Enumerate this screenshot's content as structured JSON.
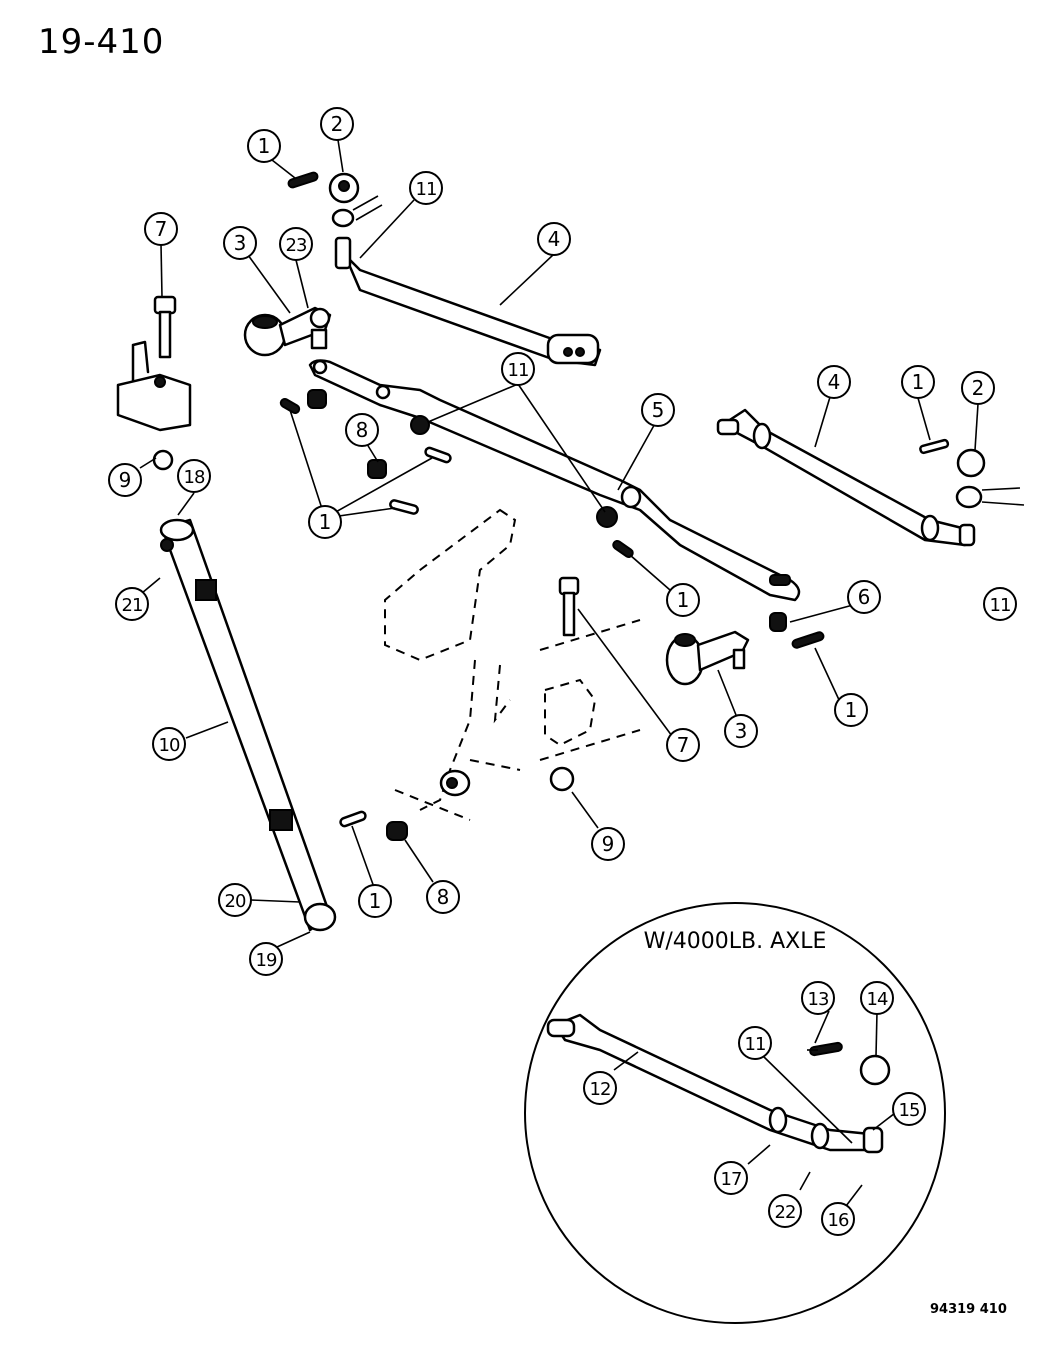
{
  "header": {
    "page_code": "19-410"
  },
  "footer": {
    "figure_id": "94319 410"
  },
  "inset": {
    "title": "W/4000LB. AXLE"
  },
  "callouts": [
    {
      "id": "c1a",
      "label": "1"
    },
    {
      "id": "c2a",
      "label": "2"
    },
    {
      "id": "c11a",
      "label": "11"
    },
    {
      "id": "c7a",
      "label": "7"
    },
    {
      "id": "c3a",
      "label": "3"
    },
    {
      "id": "c23",
      "label": "23"
    },
    {
      "id": "c4a",
      "label": "4"
    },
    {
      "id": "c11b",
      "label": "11"
    },
    {
      "id": "c4b",
      "label": "4"
    },
    {
      "id": "c1b",
      "label": "1"
    },
    {
      "id": "c2b",
      "label": "2"
    },
    {
      "id": "c5",
      "label": "5"
    },
    {
      "id": "c8a",
      "label": "8"
    },
    {
      "id": "c9a",
      "label": "9"
    },
    {
      "id": "c18",
      "label": "18"
    },
    {
      "id": "c1c",
      "label": "1"
    },
    {
      "id": "c21",
      "label": "21"
    },
    {
      "id": "c1d",
      "label": "1"
    },
    {
      "id": "c11c",
      "label": "11"
    },
    {
      "id": "c6",
      "label": "6"
    },
    {
      "id": "c1e",
      "label": "1"
    },
    {
      "id": "c10",
      "label": "10"
    },
    {
      "id": "c7b",
      "label": "7"
    },
    {
      "id": "c3b",
      "label": "3"
    },
    {
      "id": "c9b",
      "label": "9"
    },
    {
      "id": "c1f",
      "label": "1"
    },
    {
      "id": "c8b",
      "label": "8"
    },
    {
      "id": "c20",
      "label": "20"
    },
    {
      "id": "c19",
      "label": "19"
    },
    {
      "id": "c13",
      "label": "13"
    },
    {
      "id": "c14",
      "label": "14"
    },
    {
      "id": "c11d",
      "label": "11"
    },
    {
      "id": "c12",
      "label": "12"
    },
    {
      "id": "c15",
      "label": "15"
    },
    {
      "id": "c17",
      "label": "17"
    },
    {
      "id": "c22",
      "label": "22"
    },
    {
      "id": "c16",
      "label": "16"
    }
  ]
}
